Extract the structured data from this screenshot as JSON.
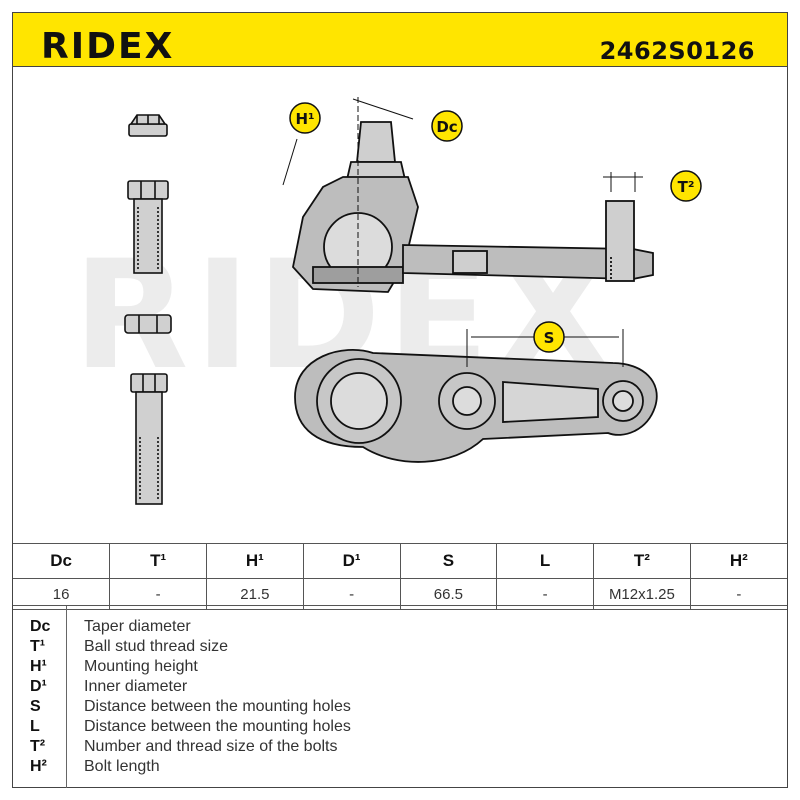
{
  "brand": "RIDEX",
  "part_number": "2462S0126",
  "watermark": "RIDEX",
  "callouts": {
    "h1": "H¹",
    "dc": "Dc",
    "t2": "T²",
    "s": "S"
  },
  "spec_table": {
    "headers": [
      "Dc",
      "T¹",
      "H¹",
      "D¹",
      "S",
      "L",
      "T²",
      "H²"
    ],
    "values": [
      "16",
      "-",
      "21.5",
      "-",
      "66.5",
      "-",
      "M12x1.25",
      "-"
    ]
  },
  "legend": [
    {
      "code": "Dc",
      "desc": "Taper diameter"
    },
    {
      "code": "T¹",
      "desc": "Ball stud thread size"
    },
    {
      "code": "H¹",
      "desc": "Mounting height"
    },
    {
      "code": "D¹",
      "desc": "Inner diameter"
    },
    {
      "code": "S",
      "desc": "Distance between the mounting holes"
    },
    {
      "code": "L",
      "desc": "Distance between the mounting holes"
    },
    {
      "code": "T²",
      "desc": "Number and thread size of the bolts"
    },
    {
      "code": "H²",
      "desc": "Bolt length"
    }
  ],
  "colors": {
    "brand_yellow": "#ffe500",
    "outline": "#111111",
    "part_grey": "#bdbdbd",
    "watermark_grey": "#e8e8e8"
  }
}
